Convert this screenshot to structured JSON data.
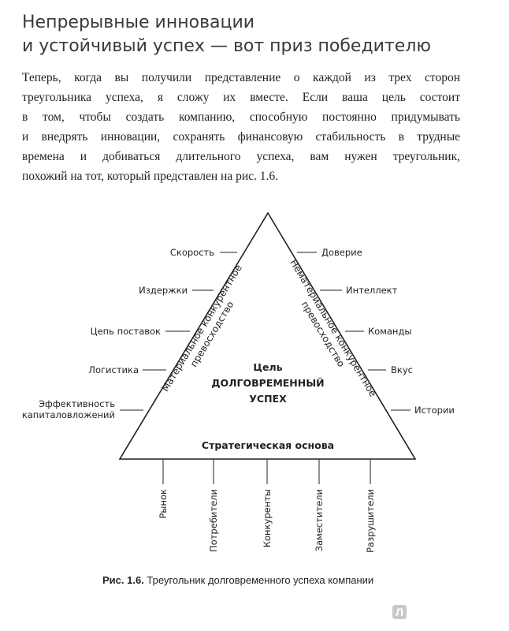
{
  "heading": {
    "line1": "Непрерывные инновации",
    "line2": "и устойчивый успех — вот приз победителю"
  },
  "paragraph": [
    "Теперь, когда вы получили представление о каждой из трех сторон",
    "треугольника успеха, я сложу их вместе. Если ваша цель состоит",
    "в том, чтобы создать компанию, способную постоянно придумывать",
    "и внедрять инновации, сохранять финансовую стабильность в трудные",
    "времена и добиваться длительного успеха, вам нужен треугольник,",
    "похожий на тот, который представлен на рис. 1.6."
  ],
  "diagram": {
    "left_side_label_1": "Материальное конкурентное",
    "left_side_label_2": "превосходство",
    "right_side_label_1": "Нематериальное конкурентное",
    "right_side_label_2": "превосходство",
    "base_label": "Стратегическая основа",
    "center_line1": "Цель",
    "center_line2": "ДОЛГОВРЕМЕННЫЙ",
    "center_line3": "УСПЕХ",
    "left_items": [
      "Скорость",
      "Издержки",
      "Цепь поставок",
      "Логистика"
    ],
    "left_last_item_line1": "Эффективность",
    "left_last_item_line2": "капиталовложений",
    "right_items": [
      "Доверие",
      "Интеллект",
      "Команды",
      "Вкус",
      "Истории"
    ],
    "bottom_items": [
      "Рынок",
      "Потребители",
      "Конкуренты",
      "Заместители",
      "Разрушители"
    ]
  },
  "caption": {
    "label": "Рис. 1.6.",
    "text": " Треугольник долговременного успеха компании"
  },
  "logo": {
    "letter": "Л",
    "color": "#c8c8c8"
  }
}
